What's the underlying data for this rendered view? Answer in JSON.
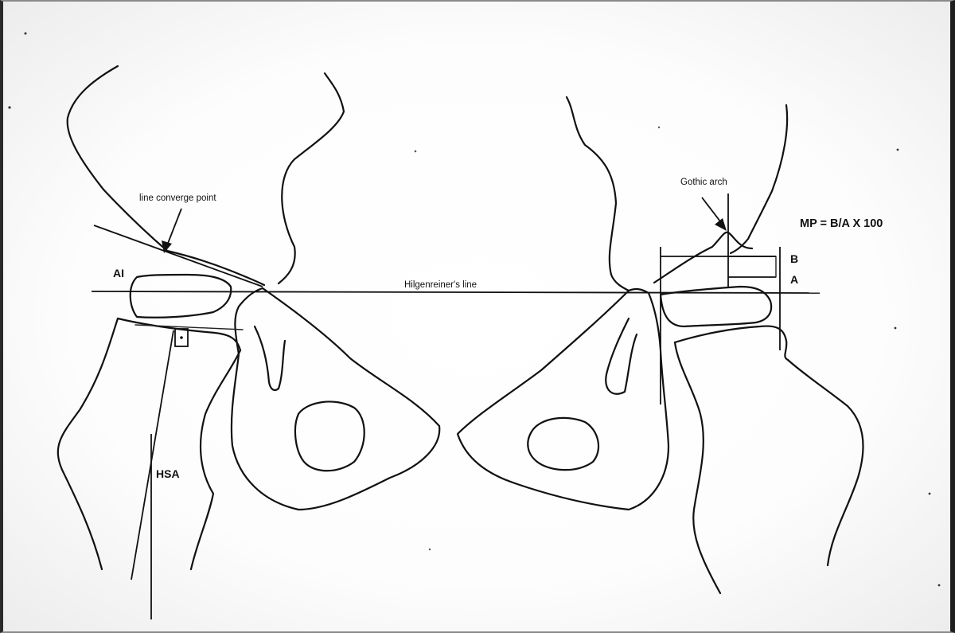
{
  "labels": {
    "line_converge_point": "line converge point",
    "gothic_arch": "Gothic arch",
    "formula": "MP = B/A X 100",
    "hilgenreiner": "Hilgenreiner's line",
    "ai": "AI",
    "hsa": "HSA",
    "b": "B",
    "a": "A"
  }
}
